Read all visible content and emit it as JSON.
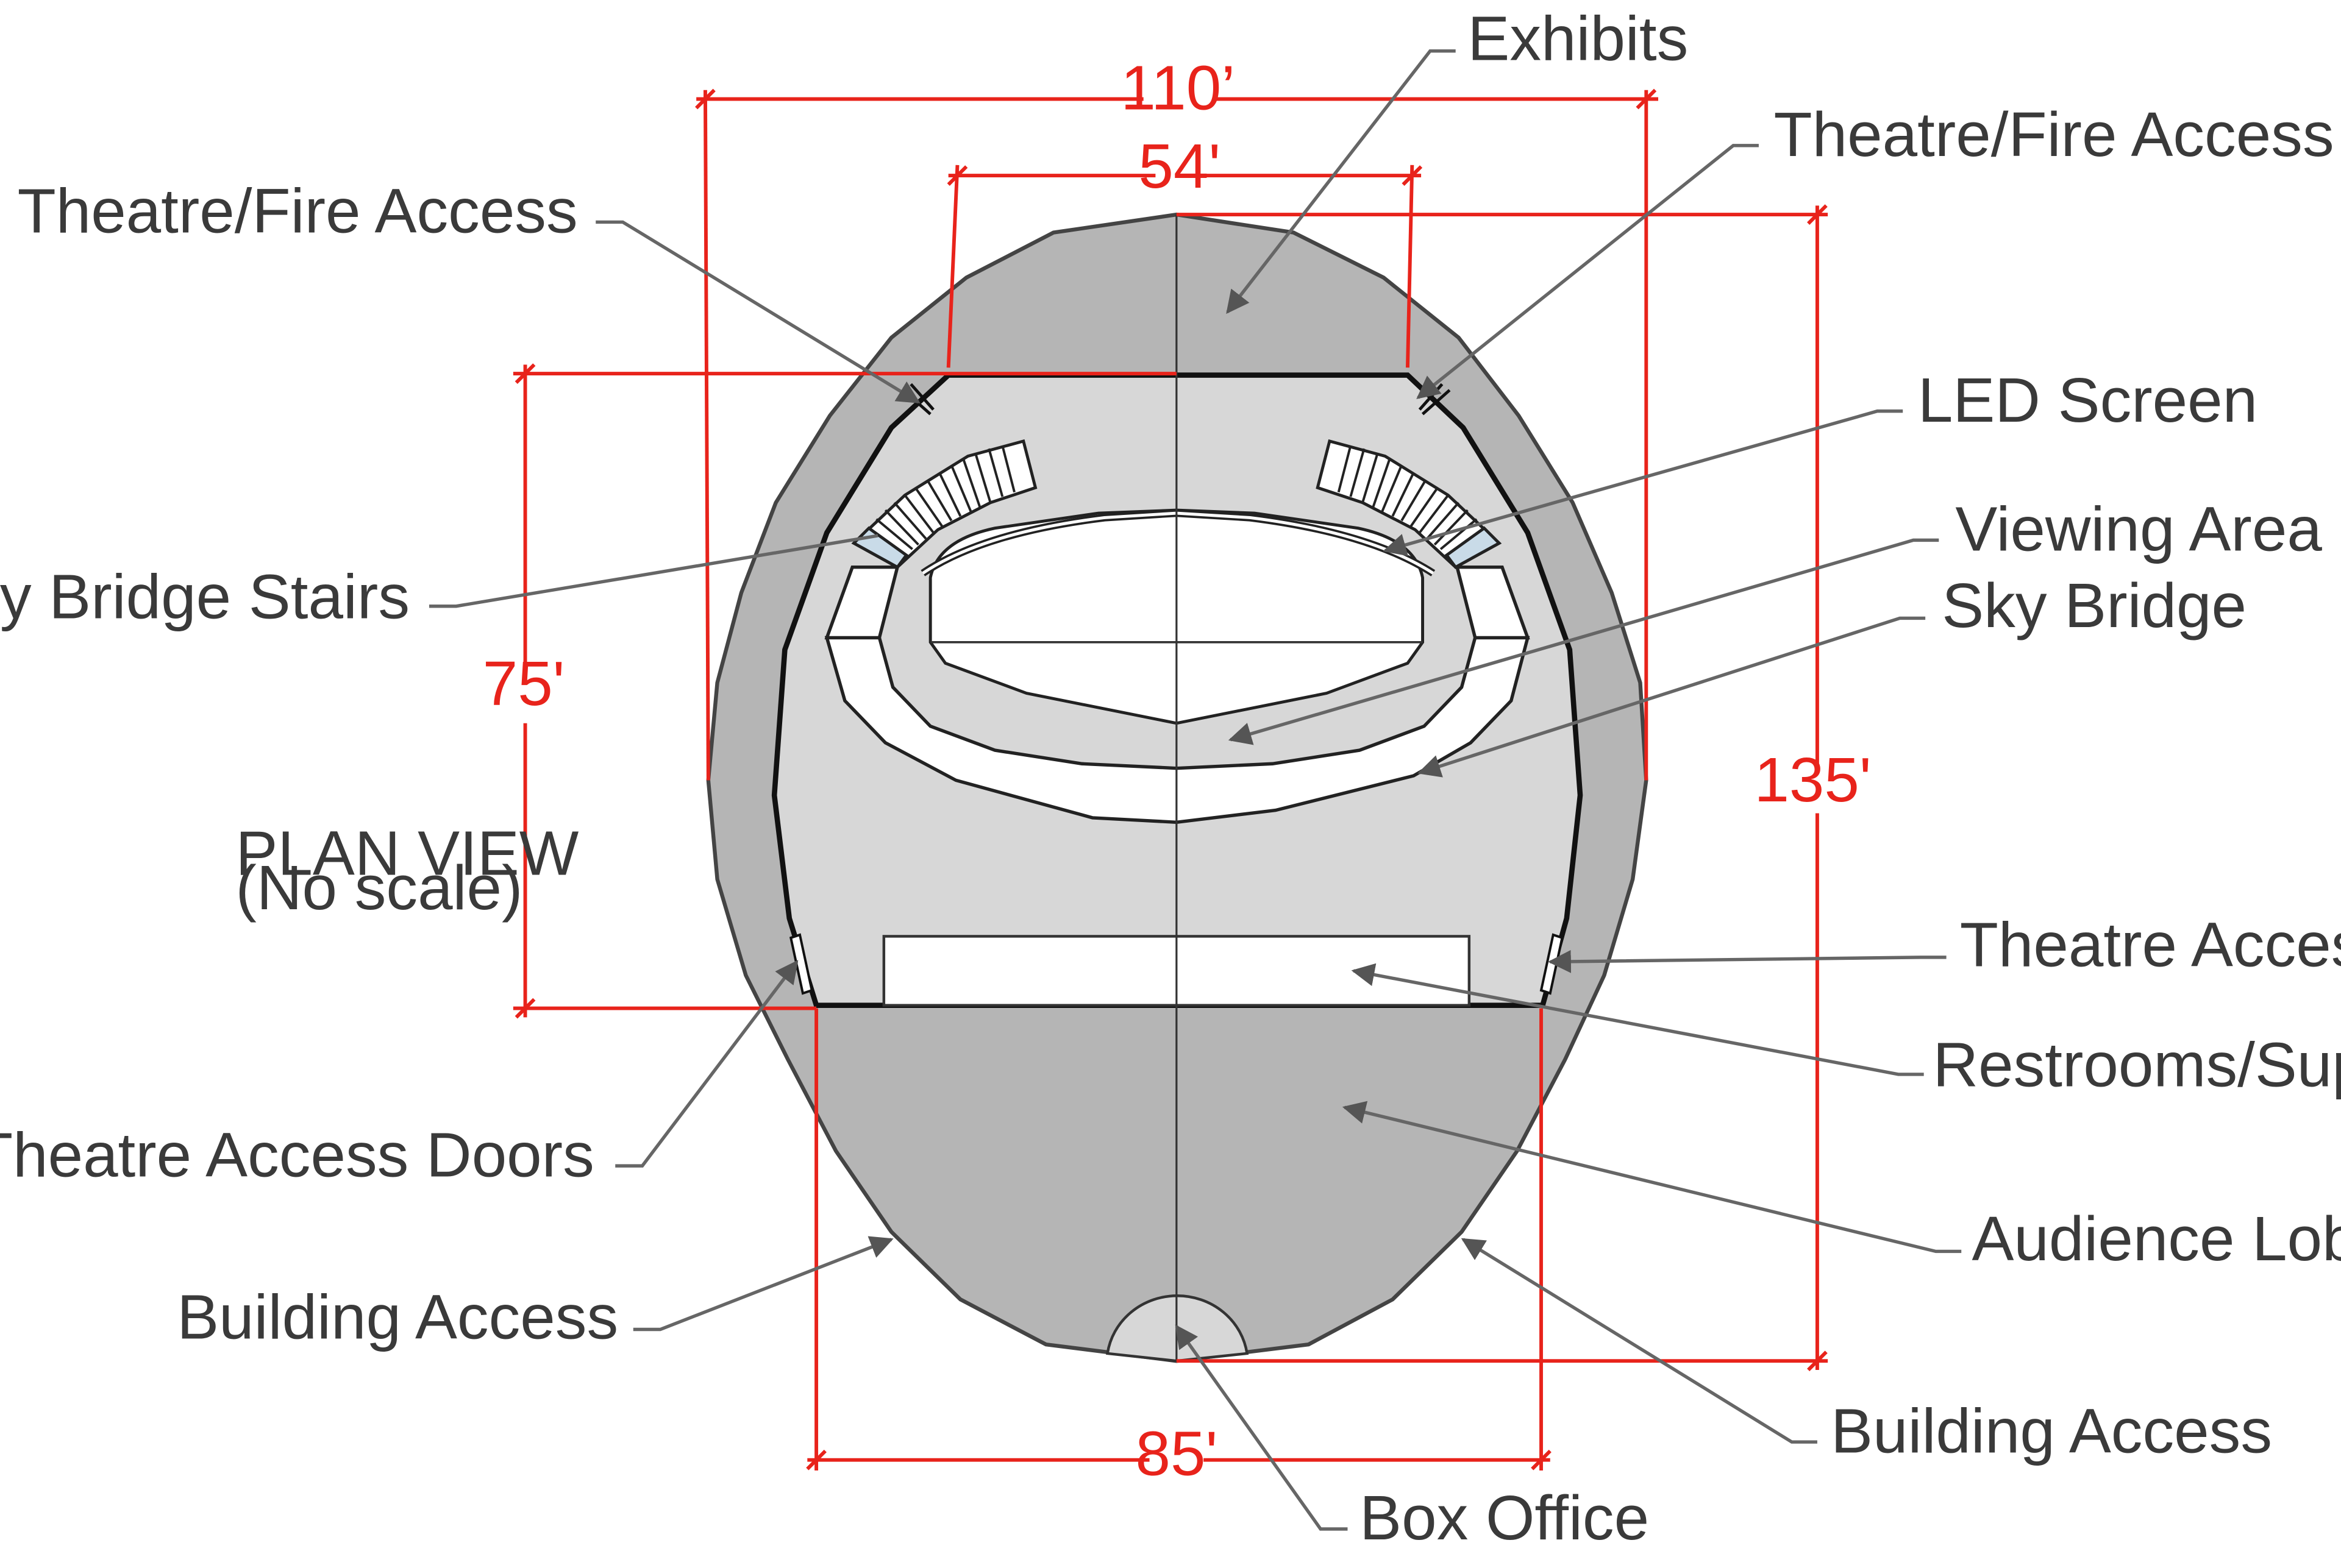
{
  "colors": {
    "outer_area": "#b5b5b5",
    "inner_area": "#d7d7d7",
    "white": "#ffffff",
    "accent_blue": "#c9dbe8",
    "dimension": "#e8231b",
    "leader": "#666666"
  },
  "labels": {
    "exhibits": "Exhibits",
    "theatre_fire_access_left": "Theatre/Fire Access",
    "theatre_fire_access_right": "Theatre/Fire Access",
    "led_screen": "LED Screen",
    "viewing_area": "Viewing Area",
    "sky_bridge": "Sky Bridge",
    "sky_bridge_stairs": "Sky Bridge Stairs",
    "theatre_access_doors_left": "Theatre Access Doors",
    "theatre_access_doors_right": "Theatre Access Doors",
    "restrooms_support": "Restrooms/Support",
    "audience_lobby_exhibits": "Audience Lobby/Exhibits",
    "building_access_left": "Building Access",
    "building_access_right": "Building Access",
    "box_office": "Box Office"
  },
  "plan_view": {
    "line1": "PLAN VIEW",
    "line2": "(No scale)"
  },
  "dimensions": {
    "overall_width": "110’",
    "screen_width": "54'",
    "theatre_depth": "75'",
    "overall_depth": "135'",
    "lobby_width": "85'"
  }
}
